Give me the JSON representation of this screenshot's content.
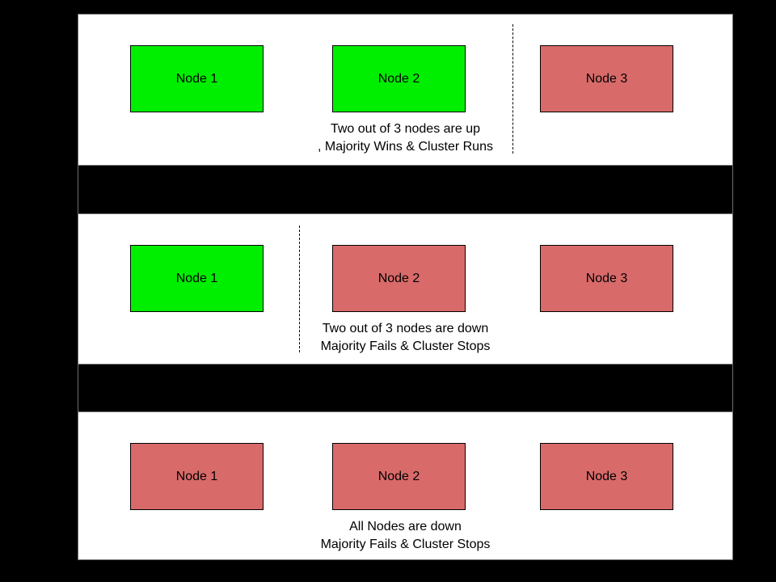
{
  "diagram": {
    "colors": {
      "background": "#000000",
      "panel_bg": "#ffffff",
      "panel_border": "#6e6e6e",
      "node_border": "#000000",
      "node_up": "#00ee00",
      "node_down": "#d96a6a",
      "partition_line": "#000000",
      "text": "#000000"
    },
    "panels": [
      {
        "name": "two-nodes-up",
        "nodes": [
          {
            "label": "Node 1",
            "status": "up"
          },
          {
            "label": "Node 2",
            "status": "up"
          },
          {
            "label": "Node 3",
            "status": "down"
          }
        ],
        "partition_between": "Node 2 and Node 3",
        "caption_lines": [
          "Two out of 3 nodes are up",
          ", Majority Wins & Cluster Runs"
        ]
      },
      {
        "name": "two-nodes-down",
        "nodes": [
          {
            "label": "Node 1",
            "status": "up"
          },
          {
            "label": "Node 2",
            "status": "down"
          },
          {
            "label": "Node 3",
            "status": "down"
          }
        ],
        "partition_between": "Node 1 and Node 2",
        "caption_lines": [
          "Two out of 3 nodes are down",
          "Majority Fails & Cluster Stops"
        ]
      },
      {
        "name": "all-nodes-down",
        "nodes": [
          {
            "label": "Node 1",
            "status": "down"
          },
          {
            "label": "Node 2",
            "status": "down"
          },
          {
            "label": "Node 3",
            "status": "down"
          }
        ],
        "partition_between": null,
        "caption_lines": [
          "All Nodes are down",
          "Majority Fails & Cluster Stops"
        ]
      }
    ]
  }
}
